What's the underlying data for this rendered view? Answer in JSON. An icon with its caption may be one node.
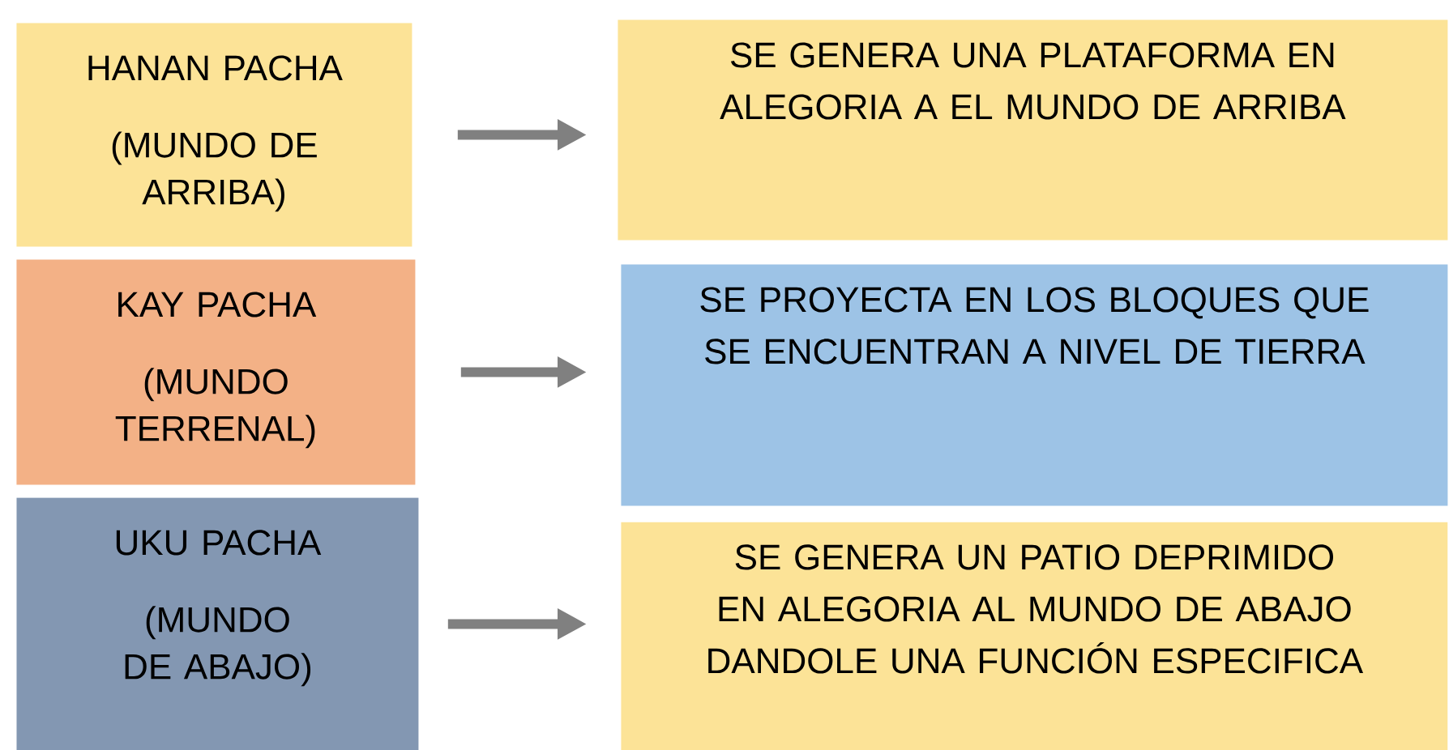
{
  "diagram": {
    "nodes": [
      {
        "text": [
          "HANAN PACHA",
          "(MUNDO DE ARRIBA)"
        ]
      },
      {
        "text": [
          "SE GENERA UNA PLATAFORMA EN ALEGORIA A EL MUNDO DE ARRIBA"
        ]
      },
      {
        "text": [
          "KAY PACHA",
          "(MUNDO TERRENAL)"
        ]
      },
      {
        "text": [
          "SE PROYECTA EN LOS BLOQUES QUE SE ENCUENTRAN A NIVEL DE TIERRA"
        ]
      },
      {
        "text": [
          "UKU PACHA",
          "(MUNDO DE ABAJO)"
        ]
      },
      {
        "text": [
          "SE GENERA UN PATIO DEPRIMIDO EN ALEGORIA AL MUNDO DE ABAJO DANDOLE UNA FUNCIÓN ESPECIFICA"
        ]
      }
    ],
    "edges": [
      {
        "from": 0,
        "to": 1,
        "arrow": "to"
      },
      {
        "from": 2,
        "to": 3,
        "arrow": "to"
      },
      {
        "from": 4,
        "to": 5,
        "arrow": "to"
      }
    ]
  }
}
